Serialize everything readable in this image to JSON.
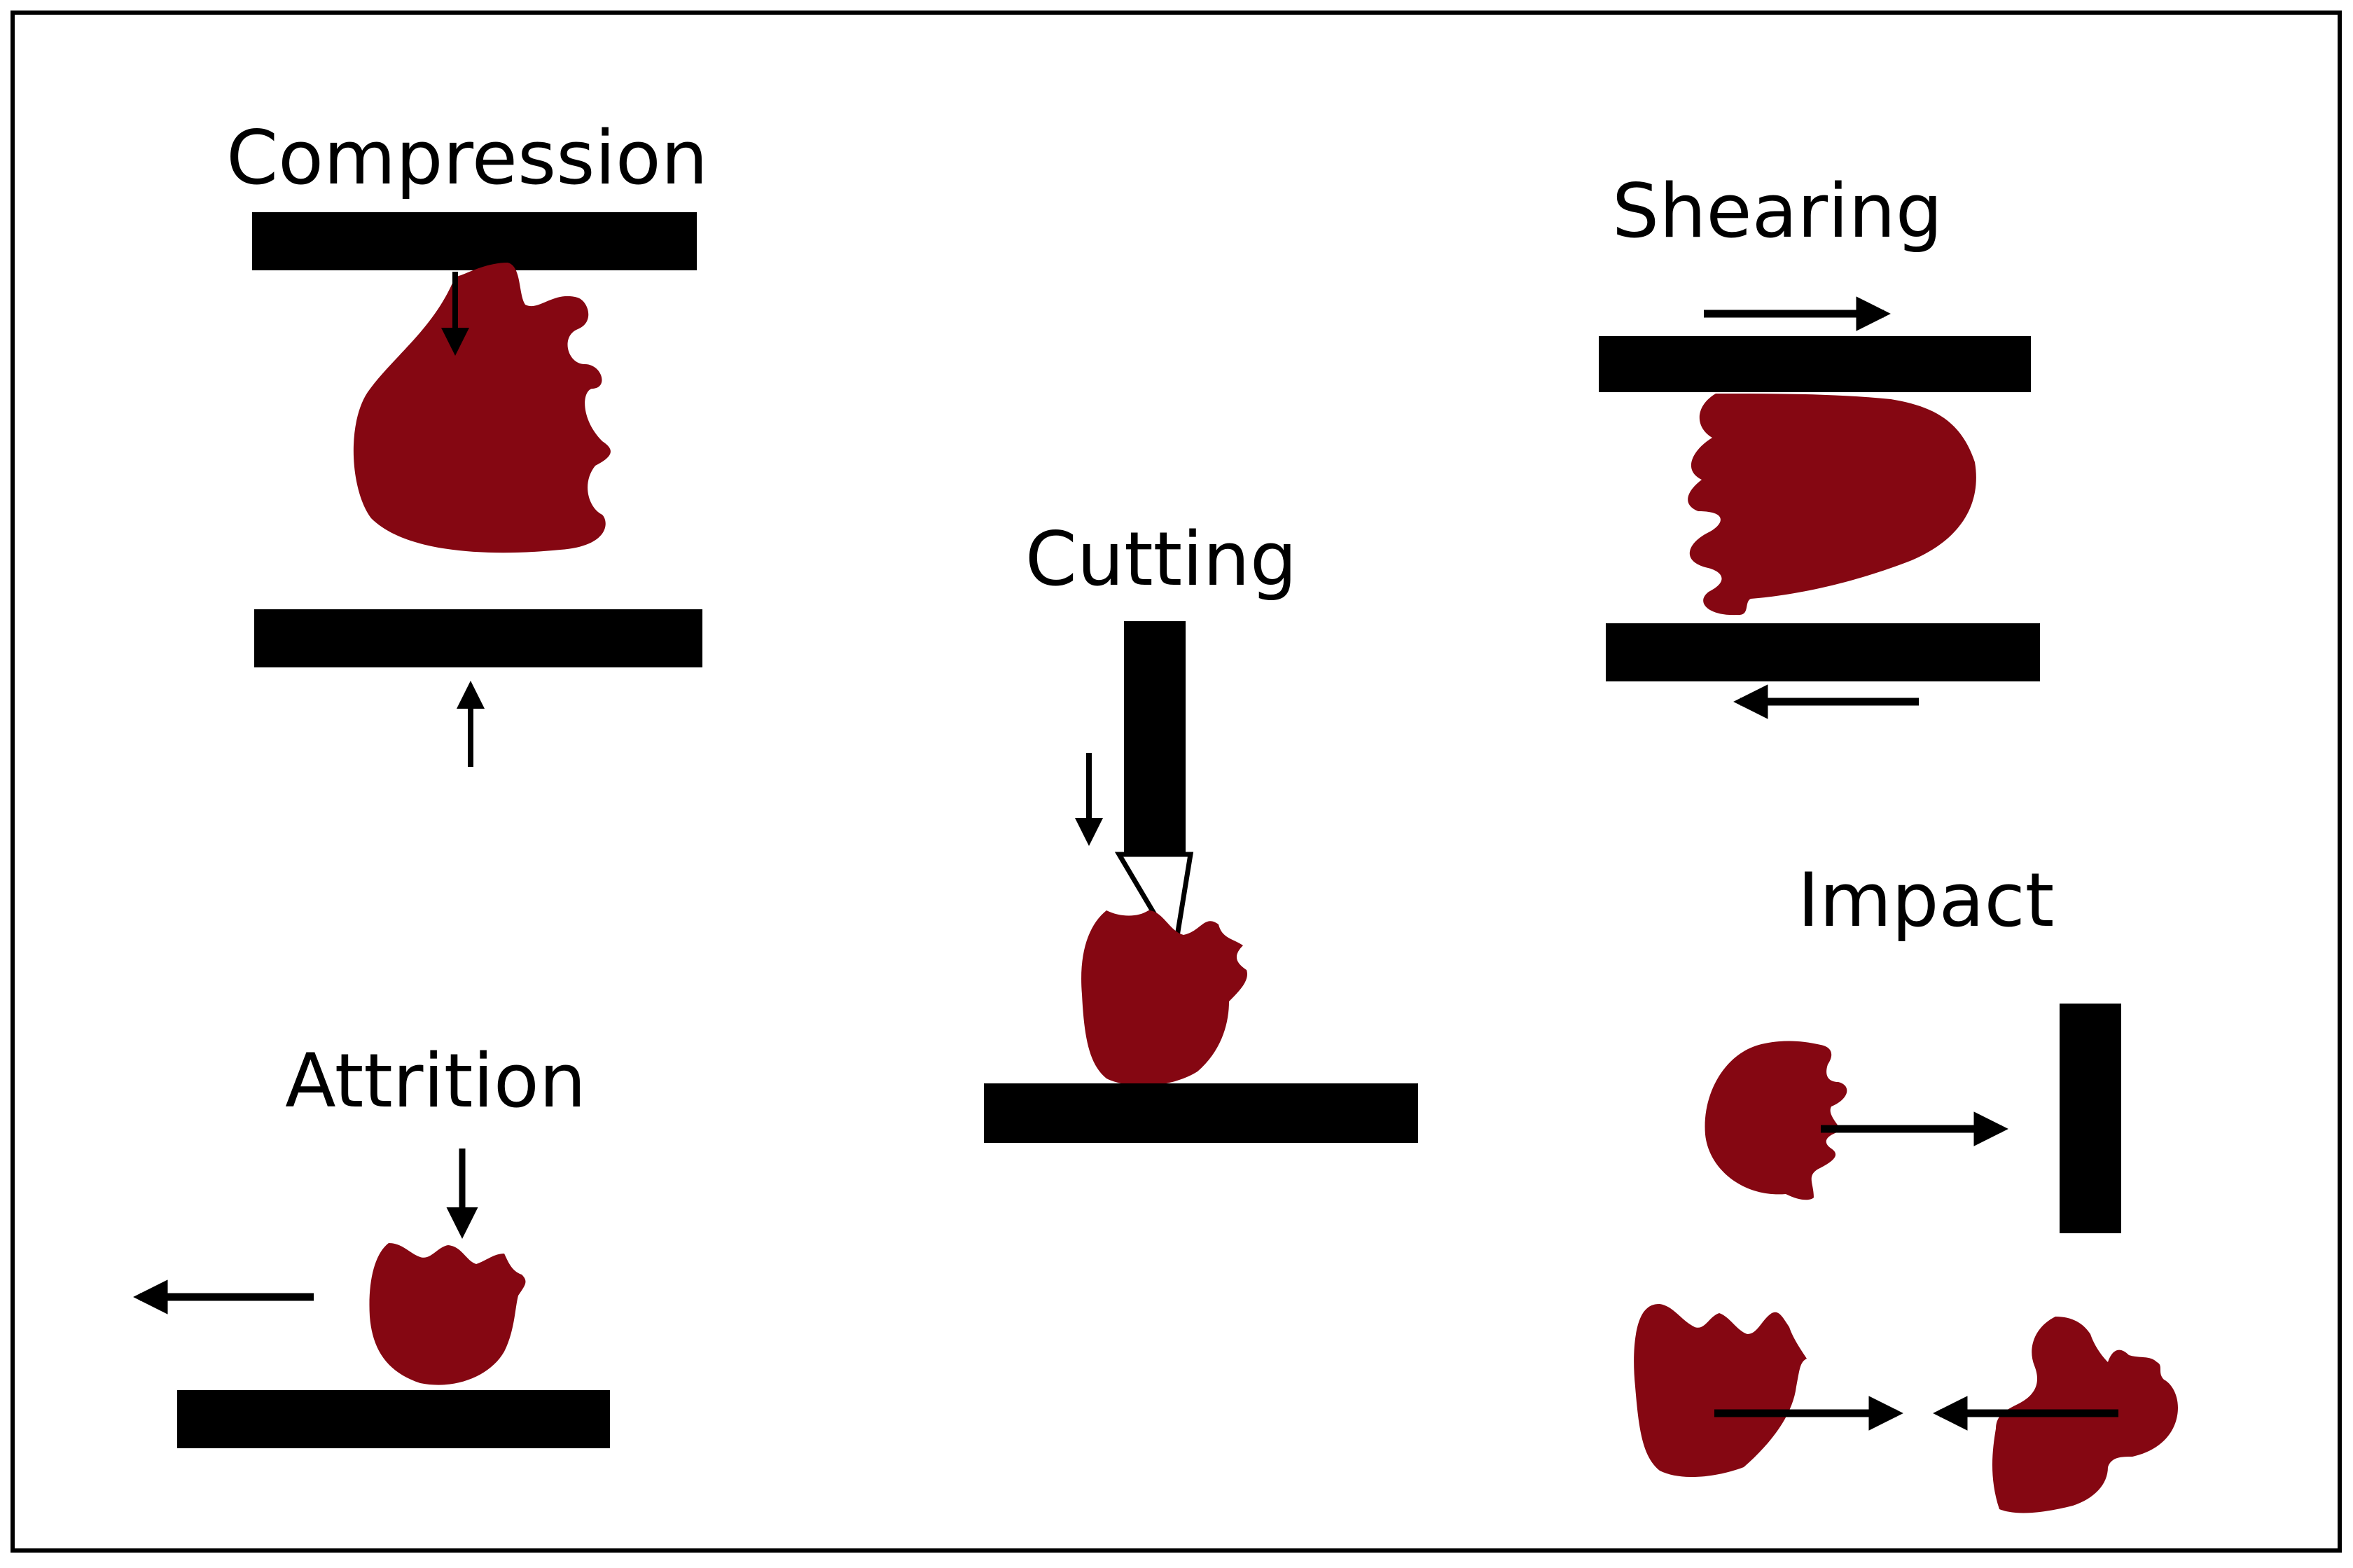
{
  "diagram": {
    "labels": {
      "compression": "Compression",
      "shearing": "Shearing",
      "cutting": "Cutting",
      "impact": "Impact",
      "attrition": "Attrition"
    },
    "colors": {
      "particle": "#850712",
      "plate": "#000000",
      "arrow": "#000000",
      "frame": "#000000",
      "background": "#ffffff"
    }
  }
}
